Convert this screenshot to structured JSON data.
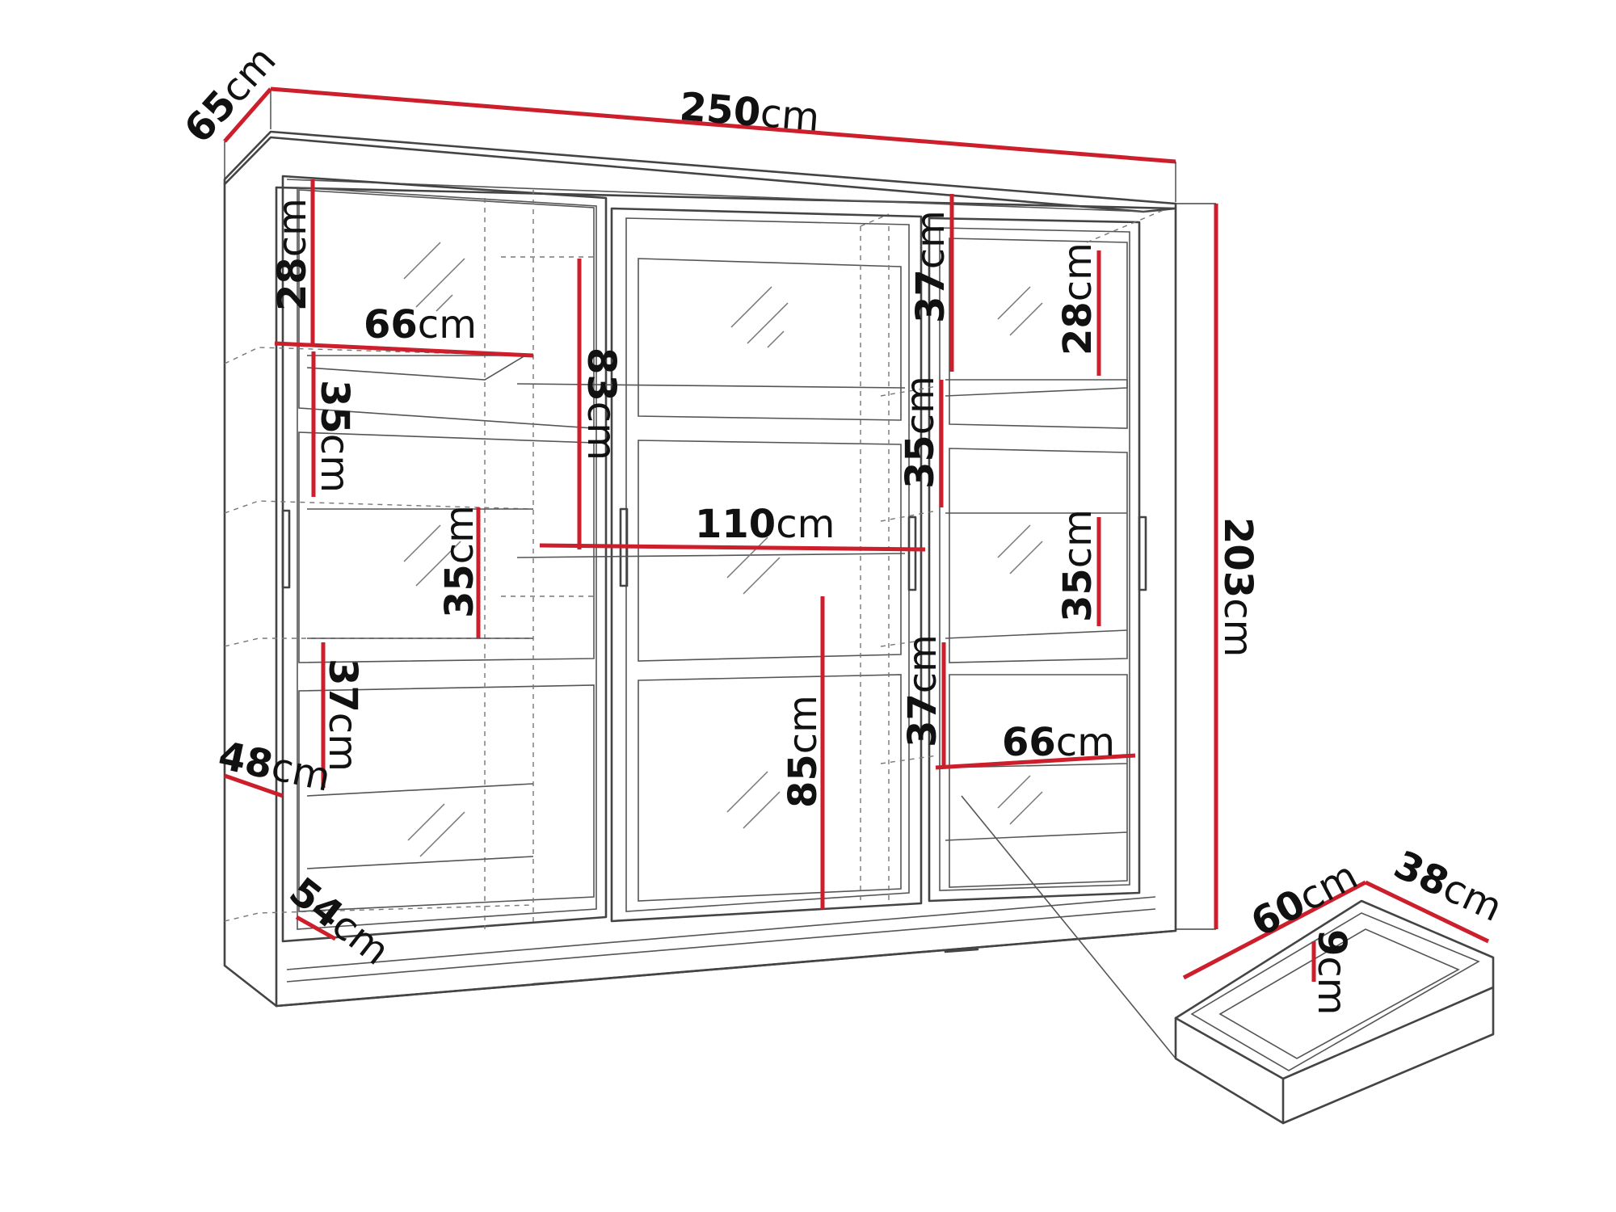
{
  "dimensions": {
    "depth": {
      "value": "65",
      "unit": "cm"
    },
    "width": {
      "value": "250",
      "unit": "cm"
    },
    "height": {
      "value": "203",
      "unit": "cm"
    },
    "shelf_width_left": {
      "value": "66",
      "unit": "cm"
    },
    "shelf_width_right": {
      "value": "66",
      "unit": "cm"
    },
    "mid_width": {
      "value": "110",
      "unit": "cm"
    },
    "left_top_height": {
      "value": "28",
      "unit": "cm"
    },
    "left_shelf_a": {
      "value": "35",
      "unit": "cm"
    },
    "left_shelf_b": {
      "value": "35",
      "unit": "cm"
    },
    "left_shelf_c": {
      "value": "37",
      "unit": "cm"
    },
    "left_hanging": {
      "value": "83",
      "unit": "cm"
    },
    "middle_lower": {
      "value": "85",
      "unit": "cm"
    },
    "right_upper": {
      "value": "37",
      "unit": "cm"
    },
    "right_top": {
      "value": "28",
      "unit": "cm"
    },
    "right_mid": {
      "value": "35",
      "unit": "cm"
    },
    "right_mid2": {
      "value": "35",
      "unit": "cm"
    },
    "right_lower": {
      "value": "37",
      "unit": "cm"
    },
    "shelf_depth_48": {
      "value": "48",
      "unit": "cm"
    },
    "shelf_depth_54": {
      "value": "54",
      "unit": "cm"
    },
    "drawer_width": {
      "value": "60",
      "unit": "cm"
    },
    "drawer_depth": {
      "value": "38",
      "unit": "cm"
    },
    "drawer_height": {
      "value": "9",
      "unit": "cm"
    }
  },
  "colors": {
    "dimension_line": "#cc1e2b",
    "outline": "#444444",
    "text": "#111111"
  }
}
